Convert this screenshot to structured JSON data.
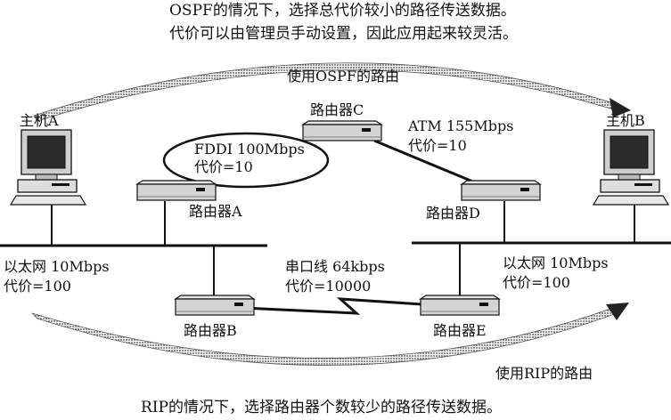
{
  "caption_top": {
    "line1": "OSPF的情况下，选择总代价较小的路径传送数据。",
    "line2": "代价可以由管理员手动设置，因此应用起来较灵活。"
  },
  "ospf_route_label": "使用OSPF的路由",
  "rip_route_label": "使用RIP的路由",
  "caption_bottom": "RIP的情况下，选择路由器个数较少的路径传送数据。",
  "hosts": {
    "a": "主机A",
    "b": "主机B"
  },
  "routers": {
    "a": "路由器A",
    "b": "路由器B",
    "c": "路由器C",
    "d": "路由器D",
    "e": "路由器E"
  },
  "links": {
    "fddi": {
      "name": "FDDI 100Mbps",
      "cost": "代价=10"
    },
    "atm": {
      "name": "ATM 155Mbps",
      "cost": "代价=10"
    },
    "eth_left": {
      "name": "以太网 10Mbps",
      "cost": "代价=100"
    },
    "eth_right": {
      "name": "以太网 10Mbps",
      "cost": "代价=100"
    },
    "serial": {
      "name": "串口线 64kbps",
      "cost": "代价=10000"
    }
  }
}
